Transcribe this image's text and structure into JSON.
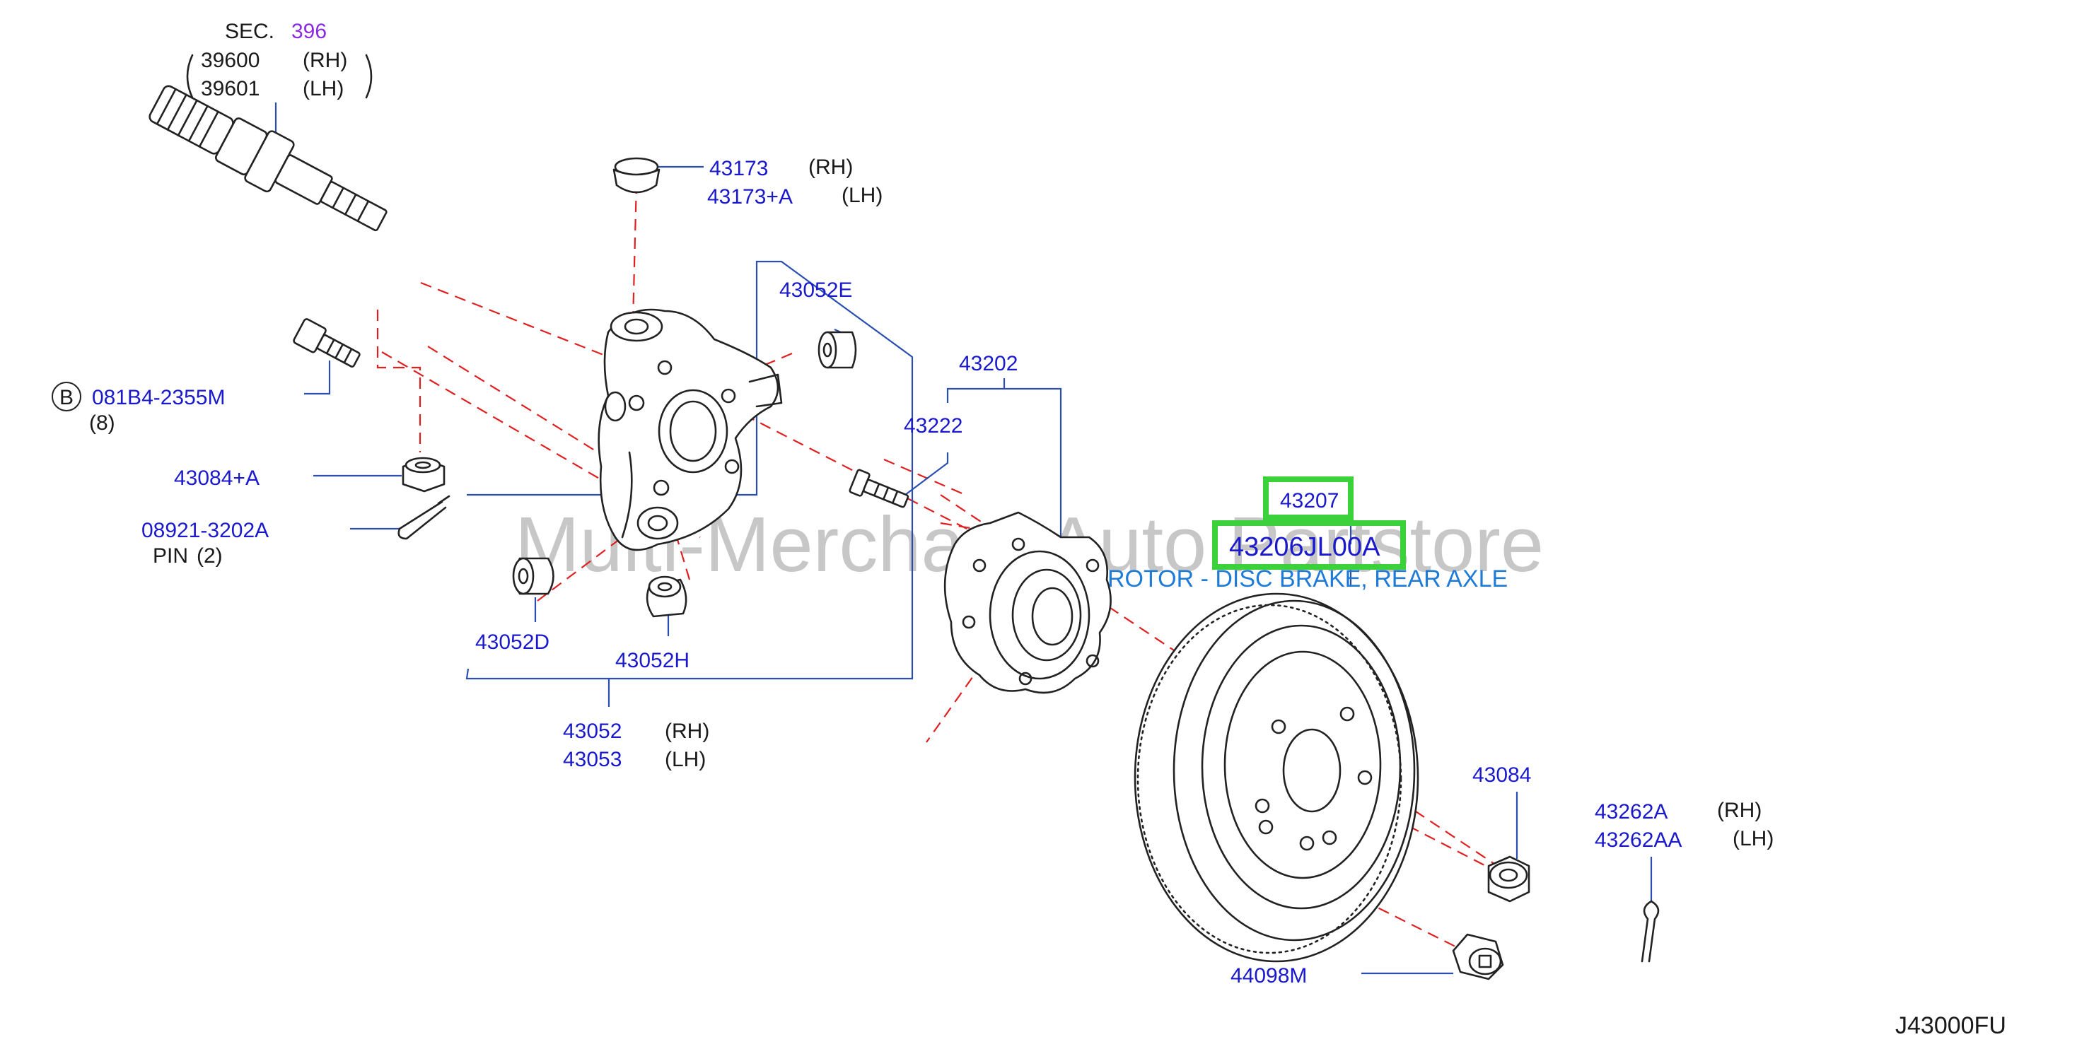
{
  "labels": {
    "sec": "SEC.",
    "sec_num": "396",
    "p39600": "39600",
    "p39601": "39601",
    "rh": "(RH)",
    "lh": "(LH)",
    "p43173": "43173",
    "p43173a": "43173+A",
    "p43052e": "43052E",
    "b_marker": "B",
    "p081b4": "081B4-2355M",
    "qty8": "(8)",
    "p43084a": "43084+A",
    "p08921": "08921-3202A",
    "pin": "PIN",
    "qty2": "(2)",
    "p43052d": "43052D",
    "p43052h": "43052H",
    "p43052": "43052",
    "p43053": "43053",
    "p43202": "43202",
    "p43222": "43222",
    "p43207": "43207",
    "p43206": "43206JL00A",
    "rotor_desc": "ROTOR - DISC BRAKE, REAR AXLE",
    "p43084": "43084",
    "p43262a": "43262A",
    "p43262aa": "43262AA",
    "p44098m": "44098M",
    "diagram_code": "J43000FU"
  },
  "watermark": "Multi-Merchant Auto Partstore",
  "colors": {
    "part_number": "#1a1acc",
    "leader_line": "#2a4fb0",
    "dashed_line": "#e02020",
    "highlight": "#3ad13a",
    "description": "#1e7bd6",
    "section_ref": "#8a2be2"
  },
  "icons": {
    "drive_shaft": "drive-shaft-icon",
    "knuckle": "steering-knuckle-icon",
    "hub": "wheel-hub-bearing-icon",
    "rotor": "brake-rotor-icon",
    "bolt": "bolt-icon",
    "nut": "nut-icon",
    "cotter_pin": "cotter-pin-icon",
    "bushing": "bushing-icon",
    "plug": "plug-icon"
  }
}
